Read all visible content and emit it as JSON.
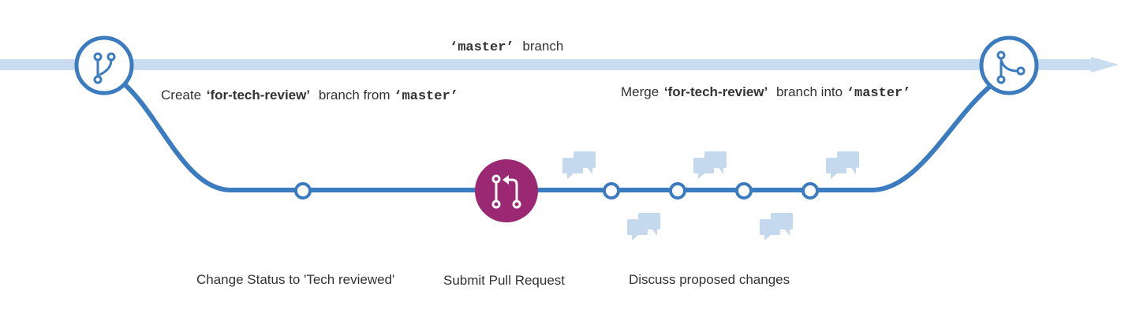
{
  "colors": {
    "branch_line": "#3b7bbf",
    "master_line": "#c9dcf0",
    "pull_request": "#9b2872",
    "comment": "#c4d8ee",
    "text": "#333333"
  },
  "master_label": {
    "name": "‘master’",
    "suffix": "branch"
  },
  "create_label": {
    "prefix": "Create",
    "branch": "‘for-tech-review’",
    "middle": "branch from",
    "target": "‘master’"
  },
  "merge_label": {
    "prefix": "Merge",
    "branch": "‘for-tech-review’",
    "middle": "branch into",
    "target": "‘master’"
  },
  "steps": {
    "change_status": "Change Status to 'Tech reviewed'",
    "submit_pr": "Submit Pull Request",
    "discuss": "Discuss proposed changes"
  },
  "icons": {
    "branch_start": "git-branch-icon",
    "pull_request": "git-pull-request-icon",
    "merge_end": "git-merge-icon",
    "comments": "comment-bubbles-icon"
  }
}
